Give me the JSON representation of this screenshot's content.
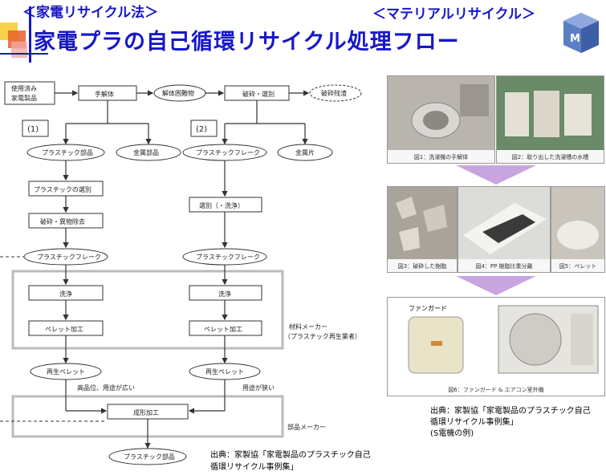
{
  "header": {
    "law_label": "＜家電リサイクル法＞",
    "mr_label": "＜マテリアルリサイクル＞",
    "title": "家電プラの自己循環リサイクル処理フロー"
  },
  "flow": {
    "used_appliances": [
      "使用済み",
      "家電製品"
    ],
    "manual_dismantling": "手解体",
    "difficult_items": "解体困難物",
    "crushing_sorting": "破砕・選別",
    "crushing_residue": "破砕残渣",
    "route1": "(1)",
    "route2": "(2)",
    "plastic_parts": "プラスチック部品",
    "metal_parts": "金属部品",
    "plastic_flake_top": "プラスチックフレーク",
    "metal_pieces": "金属片",
    "plastic_sorting": "プラスチックの選別",
    "crush_remove": "破砕・異物除去",
    "sorting_wash": "選別（・洗浄）",
    "flake_left": "プラスチックフレーク",
    "flake_right": "プラスチックフレーク",
    "wash_left": "洗浄",
    "wash_right": "洗浄",
    "pellet_left": "ペレット加工",
    "pellet_right": "ペレット加工",
    "material_maker": [
      "材料メーカー",
      "（プラスチック再生業者）"
    ],
    "regen_pellet_left": "再生ペレット",
    "regen_pellet_right": "再生ペレット",
    "high_quality": "高品位、用途が広い",
    "narrow_use": "用途が狭い",
    "molding": "成形加工",
    "parts_maker": "部品メーカー",
    "plastic_parts_final": "プラスチック部品"
  },
  "photos": {
    "fig1": "図1：洗濯機の手解体",
    "fig2": "図2：取り出した洗濯槽の水槽",
    "fig3": "図3：破砕した樹脂",
    "fig4": "図4：PP 樹脂比重分離",
    "fig5": "図5：ペレット",
    "fan_guard": "ファンガード",
    "fig6": "図6：ファンガード & エアコン室外機"
  },
  "source_right": [
    "出典：家製協「家電製品のプラスチック自己",
    "循環リサイクル事例集」",
    "(S電機の例)"
  ],
  "source_left": [
    "出典：家製協「家電製品のプラスチック自己",
    "循環リサイクル事例集」"
  ],
  "colors": {
    "title_blue": "#1717c8",
    "arrow_purple": "#c7a6e0"
  }
}
